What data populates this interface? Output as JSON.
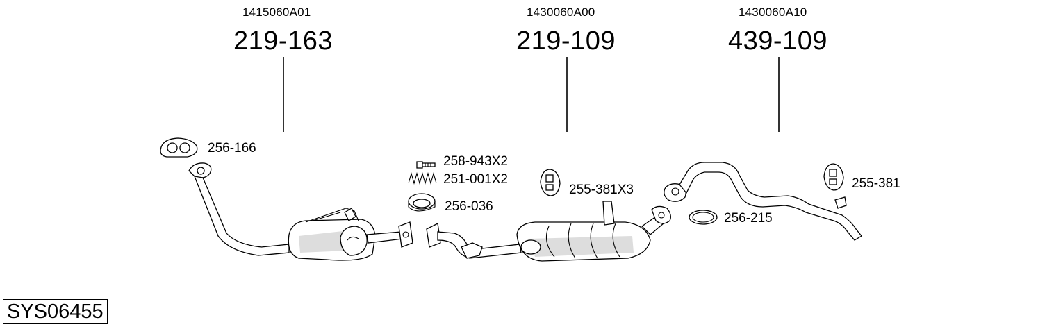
{
  "oem_numbers": {
    "front": "1415060A01",
    "middle": "1430060A00",
    "rear": "1430060A10"
  },
  "main_parts": {
    "front": "219-163",
    "middle": "219-109",
    "rear": "439-109"
  },
  "parts": {
    "gasket_front": "256-166",
    "bolt": "258-943X2",
    "spring": "251-001X2",
    "ring": "256-036",
    "hanger_middle": "255-381X3",
    "gasket_rear": "256-215",
    "hanger_rear": "255-381"
  },
  "system_id": "SYS06455"
}
